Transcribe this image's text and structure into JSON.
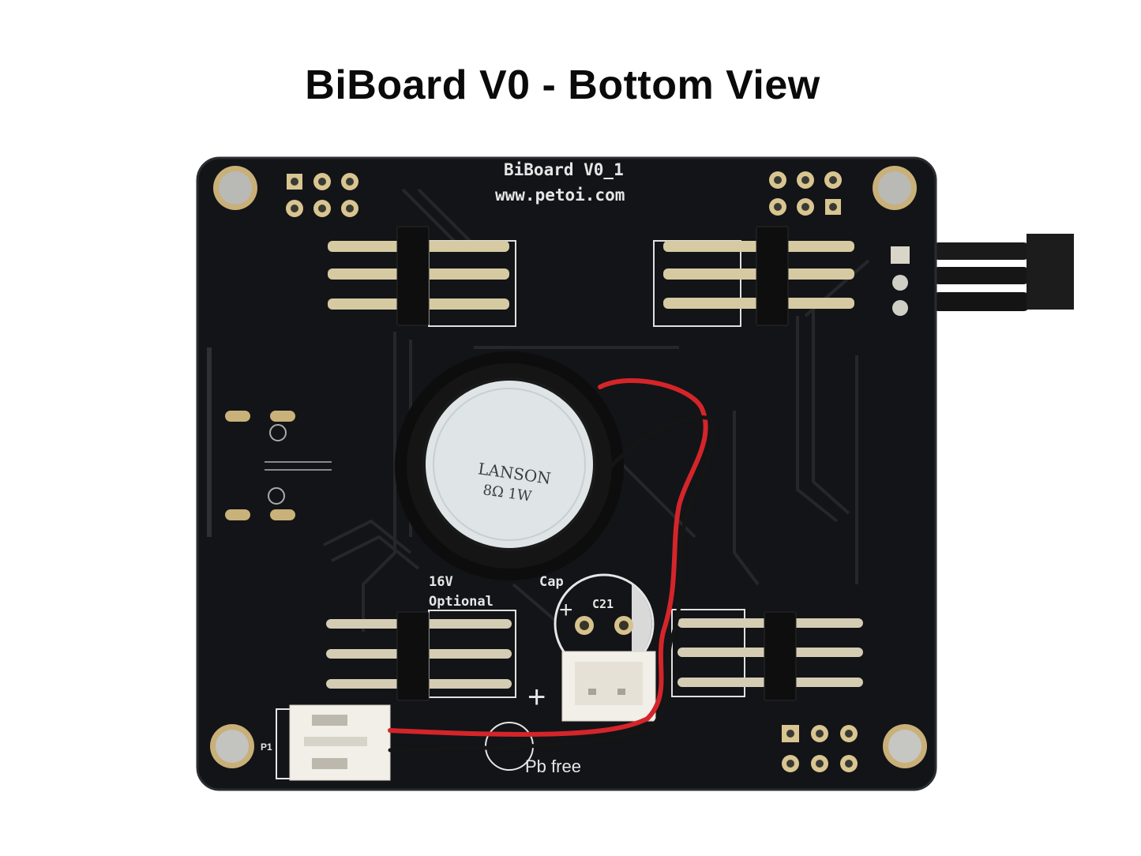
{
  "title": "BiBoard V0 - Bottom View",
  "board": {
    "name_label": "BiBoard V0_1",
    "url_label": "www.petoi.com",
    "speaker_text_line1": "LANSON",
    "speaker_text_line2": "8Ω 1W",
    "cap_note_line1": "16V",
    "cap_note_line2": "Optional",
    "cap_word": "Cap",
    "cap_ref": "C21",
    "cap_plus": "+",
    "power_plus": "+",
    "connector_ref": "P1",
    "pb_free_label": "Pb free",
    "colors": {
      "pcb": "#131417",
      "silkscreen": "#e6e6e6",
      "gold": "#c9b27a",
      "connector": "#f2efe8",
      "wire_red": "#d4252a",
      "wire_black": "#151515",
      "speaker_face": "#dfe4e6"
    }
  }
}
